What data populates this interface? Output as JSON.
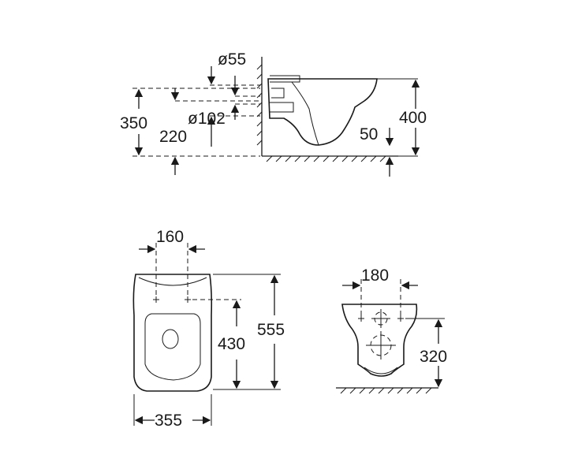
{
  "side_view": {
    "dim_diameter_55": "ø55",
    "dim_350": "350",
    "dim_220": "220",
    "dim_diameter_102": "ø102",
    "dim_50": "50",
    "dim_400": "400"
  },
  "top_view": {
    "dim_160": "160",
    "dim_430": "430",
    "dim_555": "555",
    "dim_355": "355"
  },
  "front_view": {
    "dim_180": "180",
    "dim_320": "320"
  }
}
